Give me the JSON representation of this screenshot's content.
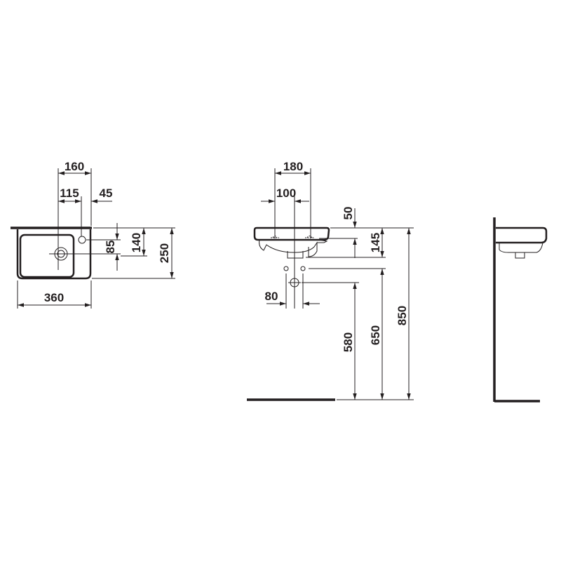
{
  "drawing": {
    "plan_view": {
      "dims": {
        "width_top": "160",
        "offset_left": "115",
        "offset_right": "45",
        "hole_to_drain": "85",
        "top_to_drain": "140",
        "depth": "250",
        "width": "360"
      }
    },
    "front_view": {
      "dims": {
        "tap_spacing": "180",
        "drain_offset": "100",
        "rim_to_tap": "50",
        "height": "145",
        "supply_spacing": "80",
        "waste_height": "580",
        "supply_height": "650",
        "rim_height": "850"
      }
    },
    "side_view": {}
  },
  "colors": {
    "ink": "#231f20",
    "background": "#ffffff"
  }
}
